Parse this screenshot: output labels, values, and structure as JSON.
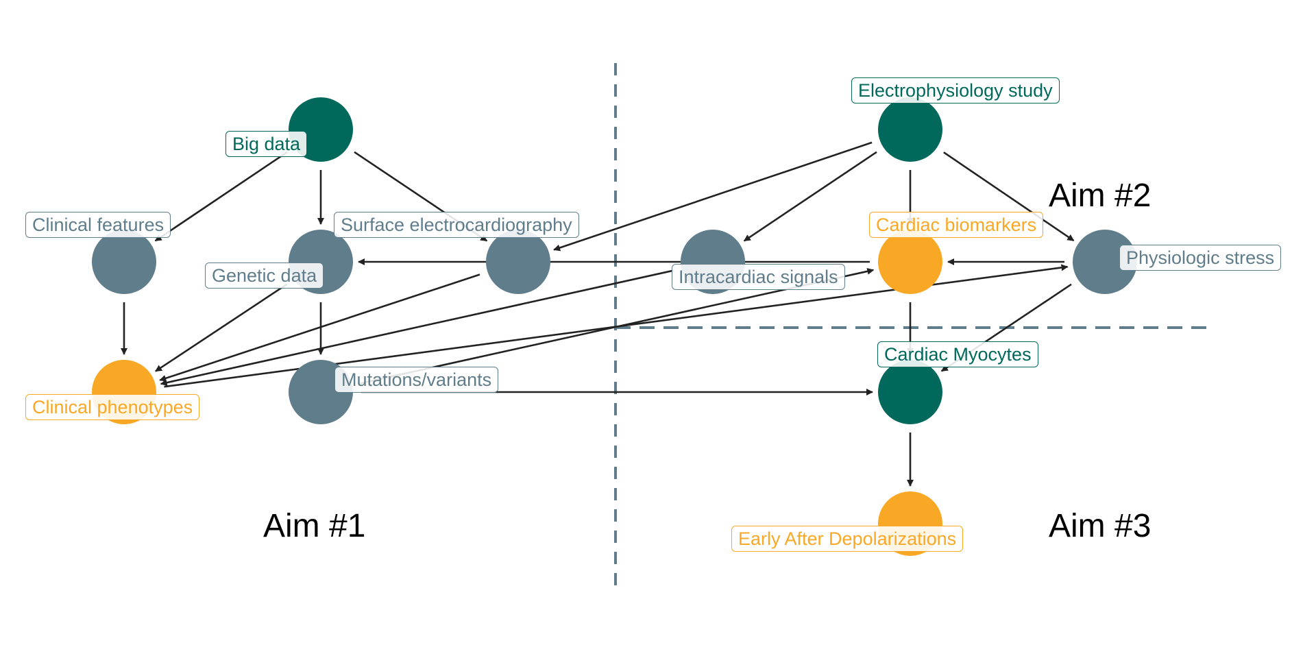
{
  "colors": {
    "teal": "#00695C",
    "slate": "#607D8B",
    "orange": "#F9A825",
    "edge": "#222222",
    "divider": "#607D8B"
  },
  "aims": {
    "aim1": "Aim #1",
    "aim2": "Aim #2",
    "aim3": "Aim #3"
  },
  "nodes": [
    {
      "id": "big_data",
      "label": "Big data",
      "color": "teal"
    },
    {
      "id": "clinical_features",
      "label": "Clinical features",
      "color": "slate"
    },
    {
      "id": "genetic_data",
      "label": "Genetic data",
      "color": "slate"
    },
    {
      "id": "surface_ecg",
      "label": "Surface electrocardiography",
      "color": "slate"
    },
    {
      "id": "clinical_phenotypes",
      "label": "Clinical phenotypes",
      "color": "orange"
    },
    {
      "id": "mutations",
      "label": "Mutations/variants",
      "color": "slate"
    },
    {
      "id": "ep_study",
      "label": "Electrophysiology study",
      "color": "teal"
    },
    {
      "id": "intracardiac",
      "label": "Intracardiac signals",
      "color": "slate"
    },
    {
      "id": "biomarkers",
      "label": "Cardiac biomarkers",
      "color": "orange"
    },
    {
      "id": "stress",
      "label": "Physiologic stress",
      "color": "slate"
    },
    {
      "id": "myocytes",
      "label": "Cardiac Myocytes",
      "color": "teal"
    },
    {
      "id": "ead",
      "label": "Early After Depolarizations",
      "color": "orange"
    }
  ],
  "edges": [
    [
      "big_data",
      "clinical_features"
    ],
    [
      "big_data",
      "genetic_data"
    ],
    [
      "big_data",
      "surface_ecg"
    ],
    [
      "clinical_features",
      "clinical_phenotypes"
    ],
    [
      "genetic_data",
      "clinical_phenotypes"
    ],
    [
      "genetic_data",
      "mutations"
    ],
    [
      "surface_ecg",
      "clinical_phenotypes"
    ],
    [
      "intracardiac",
      "clinical_phenotypes"
    ],
    [
      "mutations",
      "myocytes"
    ],
    [
      "mutations",
      "biomarkers"
    ],
    [
      "ep_study",
      "intracardiac"
    ],
    [
      "ep_study",
      "biomarkers"
    ],
    [
      "ep_study",
      "stress"
    ],
    [
      "ep_study",
      "surface_ecg"
    ],
    [
      "biomarkers",
      "genetic_data"
    ],
    [
      "biomarkers",
      "myocytes"
    ],
    [
      "stress",
      "biomarkers"
    ],
    [
      "stress",
      "myocytes"
    ],
    [
      "clinical_phenotypes",
      "stress"
    ],
    [
      "myocytes",
      "ead"
    ]
  ]
}
